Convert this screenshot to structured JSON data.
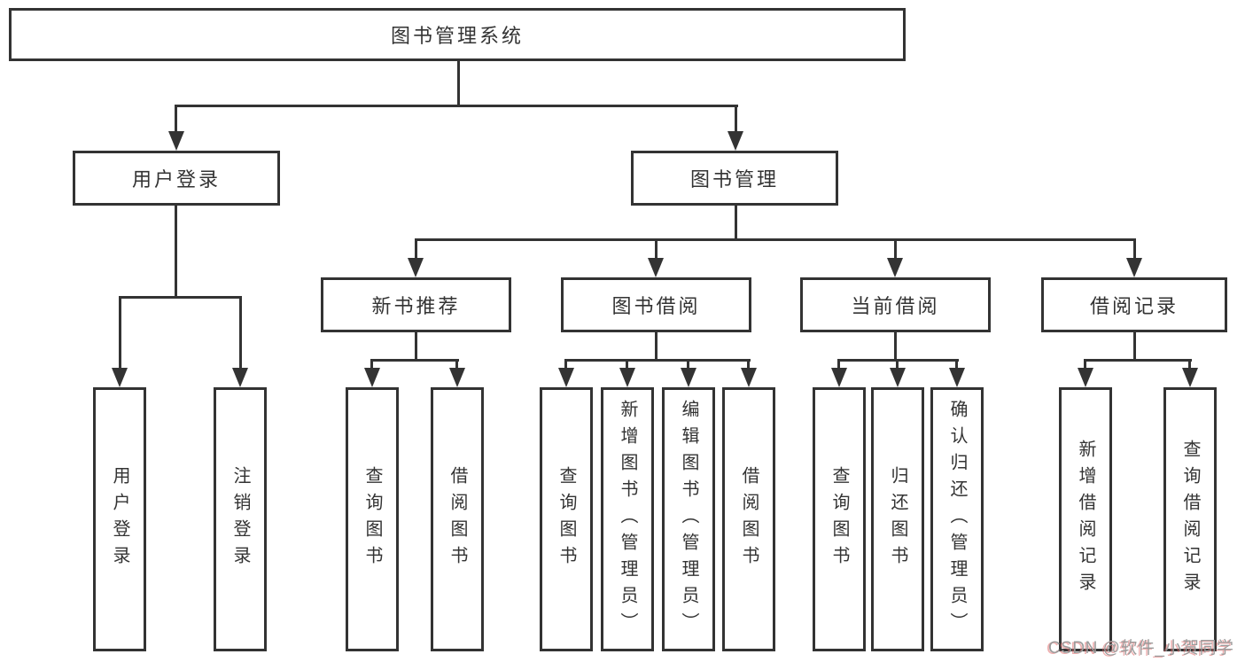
{
  "diagram": {
    "root": {
      "label": "图书管理系统"
    },
    "branches": [
      {
        "label": "用户登录",
        "leaves": [
          {
            "label": "用户登录"
          },
          {
            "label": "注销登录"
          }
        ]
      },
      {
        "label": "图书管理",
        "modules": [
          {
            "label": "新书推荐",
            "leaves": [
              {
                "label": "查询图书"
              },
              {
                "label": "借阅图书"
              }
            ]
          },
          {
            "label": "图书借阅",
            "leaves": [
              {
                "label": "查询图书"
              },
              {
                "label": "新增图书（管理员）"
              },
              {
                "label": "编辑图书（管理员）"
              },
              {
                "label": "借阅图书"
              }
            ]
          },
          {
            "label": "当前借阅",
            "leaves": [
              {
                "label": "查询图书"
              },
              {
                "label": "归还图书"
              },
              {
                "label": "确认归还（管理员）"
              }
            ]
          },
          {
            "label": "借阅记录",
            "leaves": [
              {
                "label": "新增借阅记录"
              },
              {
                "label": "查询借阅记录"
              }
            ]
          }
        ]
      }
    ]
  },
  "watermark": {
    "text": "CSDN @软件_小贺同学"
  },
  "colors": {
    "line": "#333333",
    "text": "#333333",
    "background": "#ffffff",
    "watermark_gray": "#9b9b9b",
    "watermark_shadow": "#e06e6e"
  }
}
